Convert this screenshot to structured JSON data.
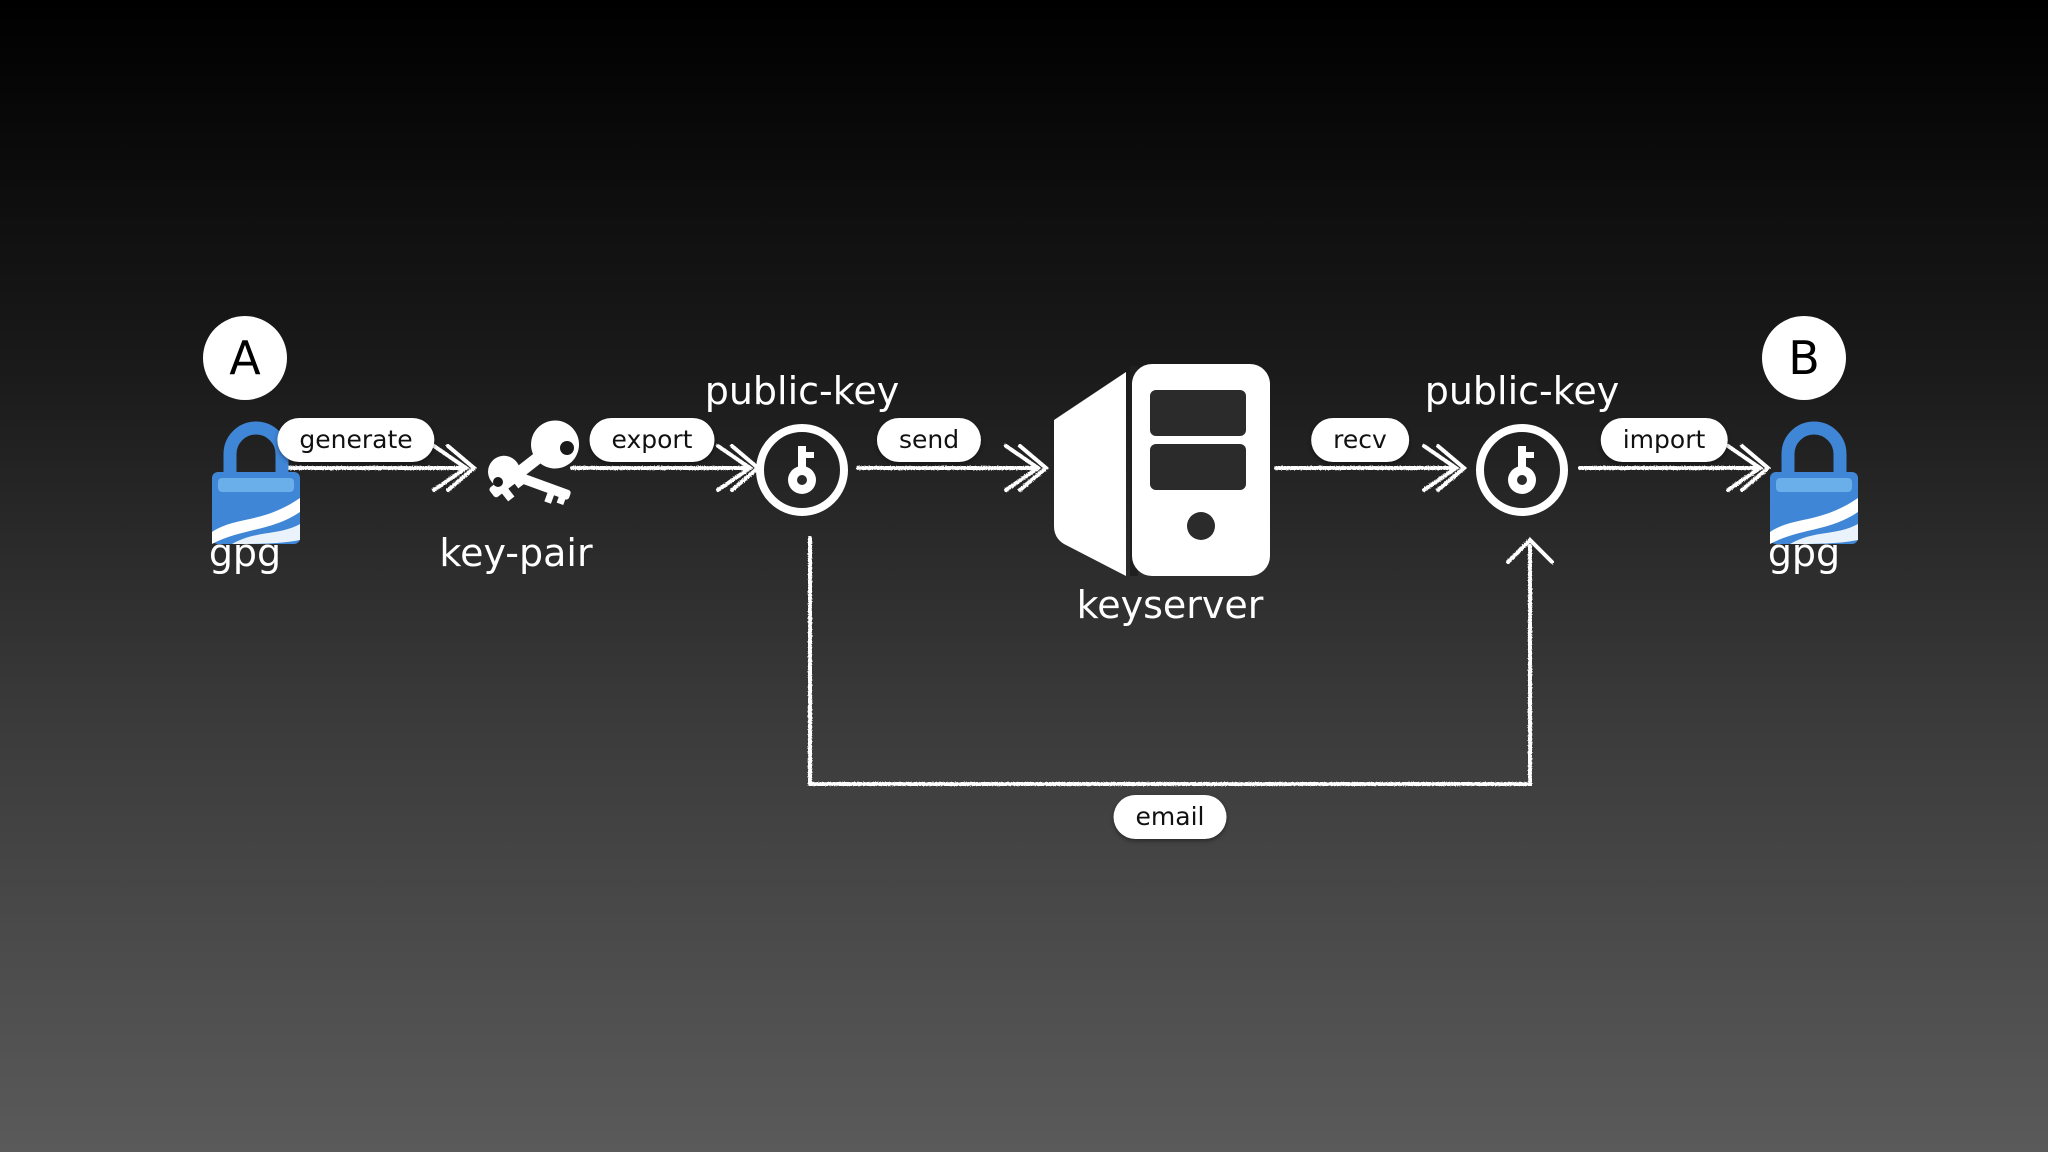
{
  "parties": {
    "a": "A",
    "b": "B"
  },
  "nodes": {
    "gpg_a": "gpg",
    "key_pair": "key-pair",
    "public_key_a": "public-key",
    "keyserver": "keyserver",
    "public_key_b": "public-key",
    "gpg_b": "gpg"
  },
  "edges": {
    "generate": "generate",
    "export": "export",
    "send": "send",
    "recv": "recv",
    "import": "import",
    "email": "email"
  },
  "icons": {
    "gpg_a": "padlock-icon",
    "key_pair": "keys-icon",
    "public_key_a": "key-circle-icon",
    "keyserver": "server-icon",
    "public_key_b": "key-circle-icon",
    "gpg_b": "padlock-icon"
  },
  "colors": {
    "lock_blue": "#3f86d6",
    "lock_light": "#6aaeea",
    "line": "#ffffff",
    "pill_text": "#111111"
  }
}
